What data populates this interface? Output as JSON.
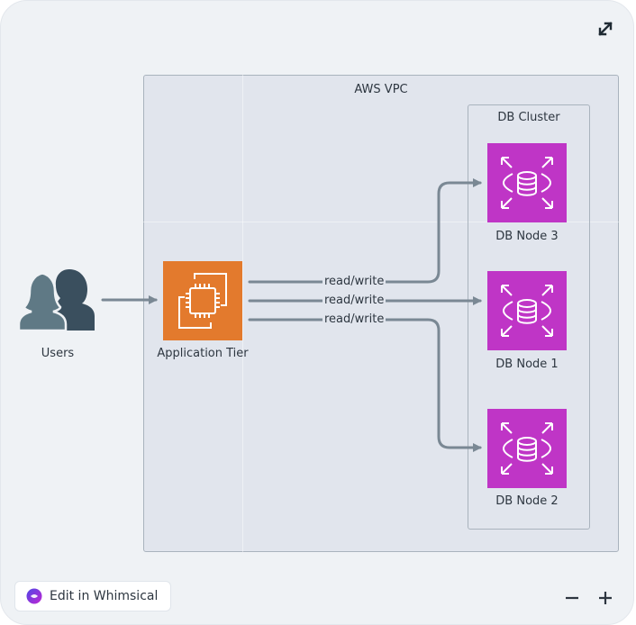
{
  "diagram": {
    "vpc_label": "AWS VPC",
    "cluster_label": "DB Cluster",
    "nodes": {
      "users": {
        "label": "Users",
        "icon": "users-icon"
      },
      "app": {
        "label": "Application Tier",
        "icon": "ec2-instance-icon",
        "color": "#e37a2d"
      },
      "db3": {
        "label": "DB Node 3",
        "icon": "aurora-database-icon",
        "color": "#bf35c6"
      },
      "db1": {
        "label": "DB Node 1",
        "icon": "aurora-database-icon",
        "color": "#bf35c6"
      },
      "db2": {
        "label": "DB Node 2",
        "icon": "aurora-database-icon",
        "color": "#bf35c6"
      }
    },
    "edges": [
      {
        "from": "Users",
        "to": "Application Tier",
        "label": ""
      },
      {
        "from": "Application Tier",
        "to": "DB Node 3",
        "label": "read/write"
      },
      {
        "from": "Application Tier",
        "to": "DB Node 1",
        "label": "read/write"
      },
      {
        "from": "Application Tier",
        "to": "DB Node 2",
        "label": "read/write"
      }
    ]
  },
  "controls": {
    "edit_button": "Edit in Whimsical",
    "expand_icon": "expand-icon",
    "zoom_out": "zoom-out-icon",
    "zoom_in": "zoom-in-icon"
  }
}
